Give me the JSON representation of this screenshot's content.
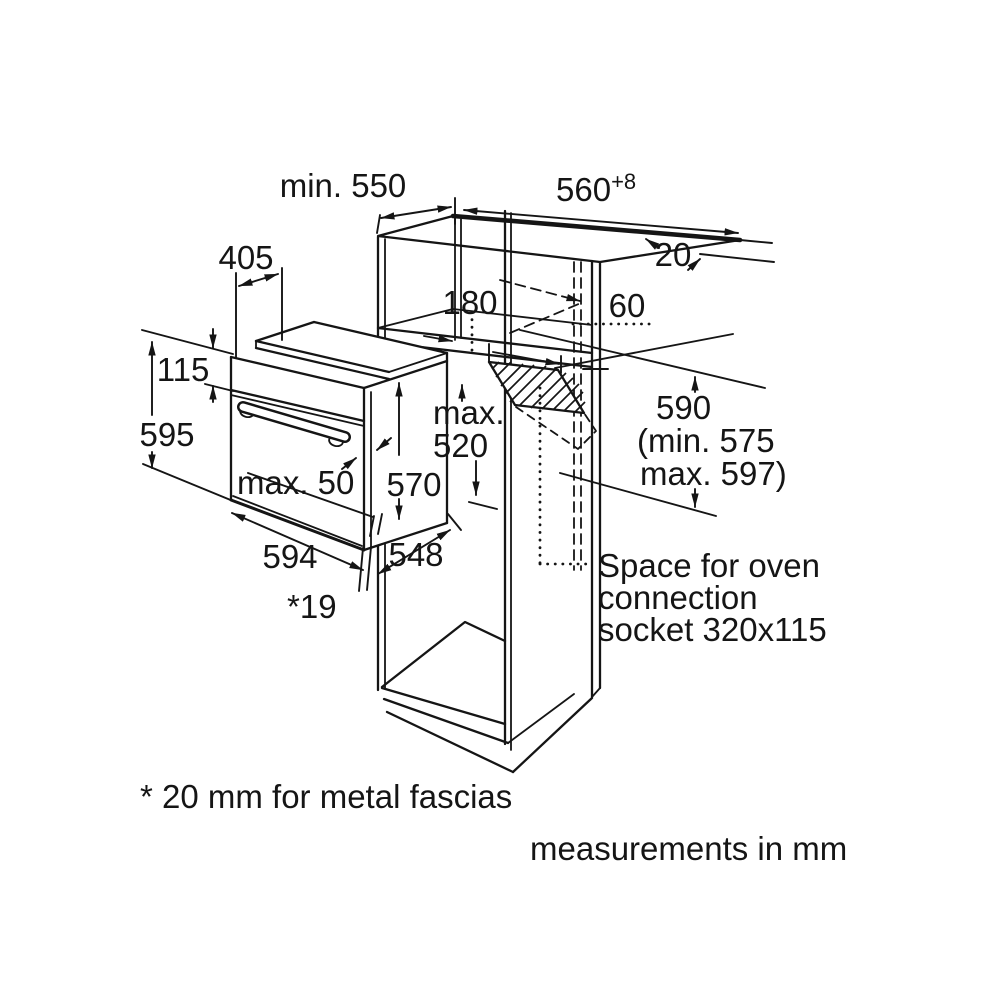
{
  "diagram": {
    "units_note": "measurements in mm",
    "footnote": "* 20 mm for metal fascias",
    "socket_note": {
      "line1": "Space for oven",
      "line2": "connection",
      "line3": "socket 320x115"
    },
    "dimensions": {
      "cabinet_depth": "min. 550",
      "niche_width": "560",
      "niche_width_tolerance": "+8",
      "rear_wall_gap": "20",
      "top_compartment_height": "180",
      "rear_clearance": "60",
      "oven_top_depth": "405",
      "control_panel_height": "115",
      "oven_front_height": "595",
      "door_clearance": "max. 50",
      "recess_depth_max_label": "max.",
      "recess_depth_max_value": "520",
      "oven_body_height": "570",
      "oven_width": "594",
      "oven_body_depth": "548",
      "fascia_offset": "*19",
      "niche_height": "590",
      "niche_height_min": "(min. 575",
      "niche_height_max": "max. 597)"
    }
  }
}
